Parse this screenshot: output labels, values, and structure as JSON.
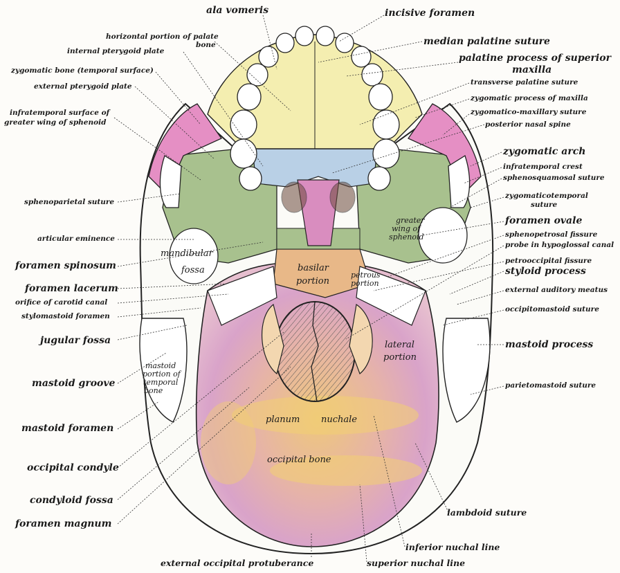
{
  "labels": {
    "ala_vomeris": "ala vomeris",
    "incisive_foramen": "incisive foramen",
    "horizontal_palate_1": "horizontal portion of palate",
    "horizontal_palate_2": "bone",
    "internal_pterygoid_plate": "internal pterygoid plate",
    "zygomatic_bone": "zygomatic bone (temporal surface)",
    "external_pterygoid_plate": "external pterygoid plate",
    "infratemporal_surface_1": "infratemporal surface of",
    "infratemporal_surface_2": "greater wing of sphenoid",
    "median_palatine_suture": "median palatine suture",
    "palatine_process_1": "palatine process of superior",
    "palatine_process_2": "maxilla",
    "transverse_palatine_suture": "transverse palatine suture",
    "zygomatic_process_maxilla": "zygomatic process of maxilla",
    "zygomatico_maxillary_suture": "zygomatico-maxillary suture",
    "posterior_nasal_spine": "posterior nasal spine",
    "zygomatic_arch": "zygomatic arch",
    "infratemporal_crest": "infratemporal crest",
    "sphenosquamosal_suture": "sphenosquamosal suture",
    "zygomaticotemporal_1": "zygomaticotemporal",
    "zygomaticotemporal_2": "suture",
    "foramen_ovale": "foramen ovale",
    "sphenopetrosal_fissure": "sphenopetrosal fissure",
    "probe_hypoglossal": "probe in hypoglossal canal",
    "petrooccipital_fissure": "petrooccipital fissure",
    "styloid_process": "styloid process",
    "external_auditory_meatus": "external auditory meatus",
    "occipitomastoid_suture": "occipitomastoid suture",
    "mastoid_process": "mastoid process",
    "parietomastoid_suture": "parietomastoid suture",
    "lambdoid_suture": "lambdoid suture",
    "inferior_nuchal_line": "inferior nuchal line",
    "superior_nuchal_line": "superior nuchal line",
    "external_occipital_protuberance": "external occipital protuberance",
    "sphenoparietal_suture": "sphenoparietal suture",
    "articular_eminence": "articular eminence",
    "foramen_spinosum": "foramen spinosum",
    "foramen_lacerum": "foramen lacerum",
    "orifice_carotid": "orifice of carotid canal",
    "stylomastoid_foramen": "stylomastoid foramen",
    "jugular_fossa": "jugular fossa",
    "mastoid_groove": "mastoid groove",
    "mastoid_foramen": "mastoid foramen",
    "occipital_condyle": "occipital condyle",
    "condyloid_fossa": "condyloid fossa",
    "foramen_magnum": "foramen magnum"
  },
  "inner_labels": {
    "mandibular": "mandibular",
    "fossa": "fossa",
    "basilar_1": "basilar",
    "basilar_2": "portion",
    "petrous_1": "petrous",
    "petrous_2": "portion",
    "greater_wing_1": "greater",
    "greater_wing_2": "wing of",
    "greater_wing_3": "sphenoid",
    "lateral_1": "lateral",
    "lateral_2": "portion",
    "mastoid_portion_1": "mastoid",
    "mastoid_portion_2": "portion of",
    "mastoid_portion_3": "temporal",
    "mastoid_portion_4": "bone",
    "planum": "planum",
    "nuchale": "nuchale",
    "occipital_bone": "occipital bone"
  },
  "colors": {
    "occipital": "#e9b7c4",
    "occipital_yellow": "#f2cf72",
    "maxilla": "#f4eeb0",
    "vomer_palate": "#b9d0e6",
    "sphenoid": "#a8c18e",
    "zygomatic": "#e58fc4",
    "temporal": "#ffffff",
    "outline": "#222222"
  }
}
